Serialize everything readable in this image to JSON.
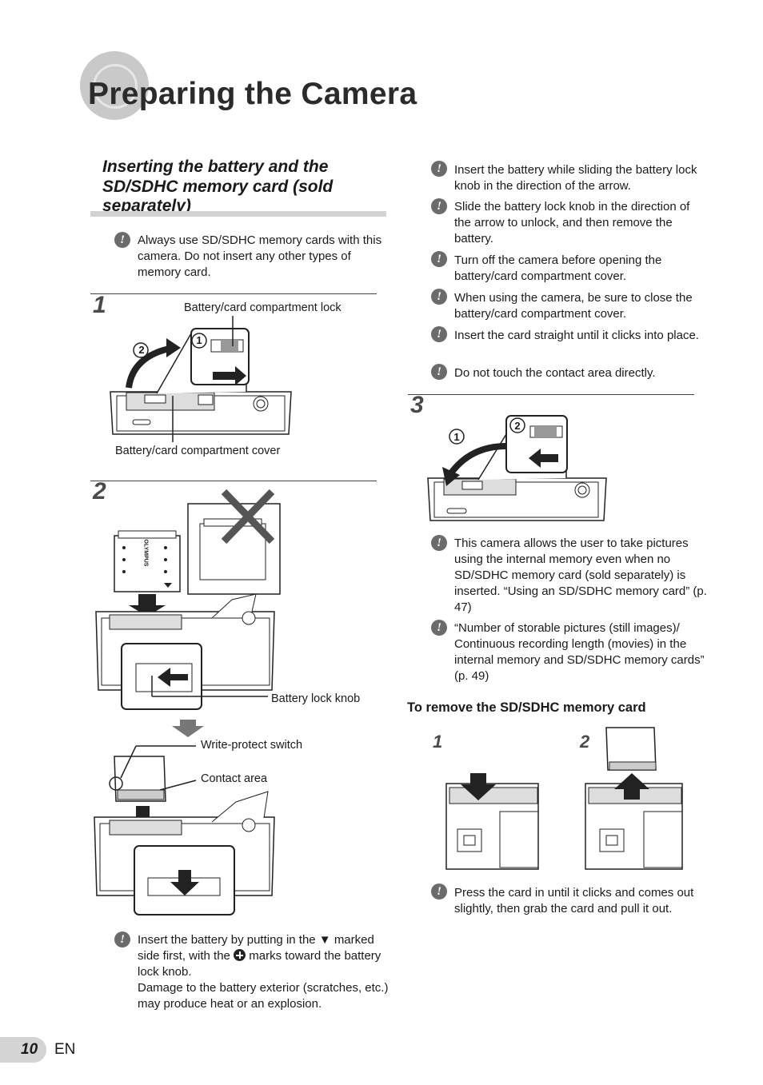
{
  "page": {
    "title": "Preparing the Camera",
    "page_number": "10",
    "language": "EN"
  },
  "section": {
    "heading": "Inserting the battery and the SD/SDHC memory card (sold separately)"
  },
  "left": {
    "note_top": "Always use SD/SDHC memory cards with this camera. Do not insert any other types of memory card.",
    "step1": {
      "number": "1",
      "label_lock": "Battery/card compartment lock",
      "label_cover": "Battery/card compartment cover",
      "callout_1": "1",
      "callout_2": "2"
    },
    "step2": {
      "number": "2",
      "label_lock_knob": "Battery lock knob",
      "label_write_protect": "Write-protect switch",
      "label_contact": "Contact area",
      "battery_brand": "OLYMPUS"
    },
    "note_bottom": {
      "line1": "Insert the battery by putting in the ▼ marked side first, with the",
      "line2": "marks toward the battery lock knob.",
      "line3": "Damage to the battery exterior (scratches, etc.) may produce heat or an explosion."
    }
  },
  "right": {
    "notes_top": [
      "Insert the battery while sliding the battery lock knob in the direction of the arrow.",
      "Slide the battery lock knob in the direction of the arrow to unlock, and then remove the battery.",
      "Turn off the camera before opening the battery/card compartment cover.",
      "When using the camera, be sure to close the battery/card compartment cover.",
      "Insert the card straight until it clicks into place.",
      "Do not touch the contact area directly."
    ],
    "step3": {
      "number": "3",
      "callout_1": "1",
      "callout_2": "2"
    },
    "notes_mid": [
      "This camera allows the user to take pictures using the internal memory even when no SD/SDHC memory card (sold separately) is inserted. “Using an SD/SDHC memory card” (p. 47)",
      "“Number of storable pictures (still images)/ Continuous recording length (movies) in the internal memory and SD/SDHC memory cards” (p. 49)"
    ],
    "remove": {
      "heading": "To remove the SD/SDHC memory card",
      "step1": "1",
      "step2": "2",
      "note": "Press the card in until it clicks and comes out slightly, then grab the card and pull it out."
    }
  },
  "colors": {
    "title_circle": "#c9c9c9",
    "section_rule": "#d2d2d2",
    "note_icon": "#6b6b6b"
  }
}
